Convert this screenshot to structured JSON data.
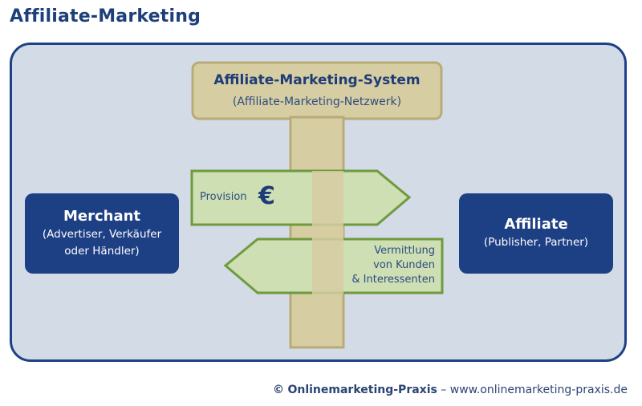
{
  "title": "Affiliate-Marketing",
  "system": {
    "title": "Affiliate-Marketing-System",
    "subtitle": "(Affiliate-Marketing-Netzwerk)"
  },
  "merchant": {
    "name": "Merchant",
    "role_line1": "(Advertiser, Verkäufer",
    "role_line2": "oder Händler)"
  },
  "affiliate": {
    "name": "Affiliate",
    "role": "(Publisher, Partner)"
  },
  "sign_right": {
    "label": "Provision",
    "symbol": "€"
  },
  "sign_left": {
    "line1": "Vermittlung",
    "line2": "von Kunden",
    "line3": "& Interessenten"
  },
  "footer": {
    "copyright_symbol": "©",
    "brand": "Onlinemarketing-Praxis",
    "separator": "–",
    "url": "www.onlinemarketing-praxis.de"
  },
  "colors": {
    "navy": "#1d3f84",
    "panel_bg": "#d3dbe7",
    "post_fill": "#d7cda2",
    "post_border": "#b9ab78",
    "sign_fill": "#cddfb3",
    "sign_border": "#6f9a3e"
  }
}
